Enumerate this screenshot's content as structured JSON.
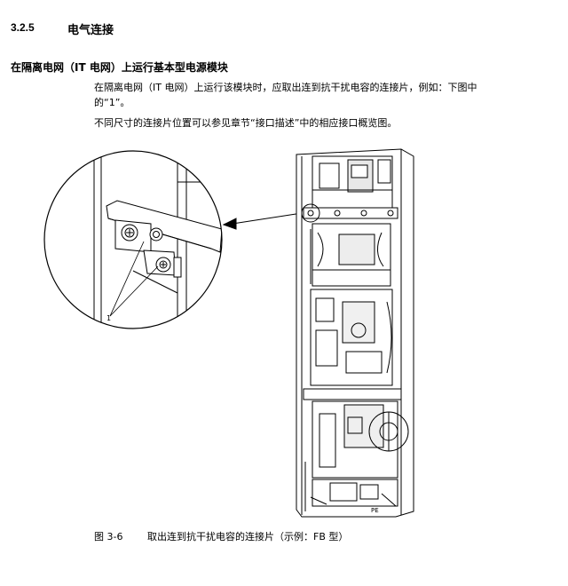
{
  "section": {
    "number": "3.2.5",
    "title": "电气连接"
  },
  "subsection": {
    "title": "在隔离电网（IT 电网）上运行基本型电源模块"
  },
  "paragraphs": [
    "在隔离电网（IT 电网）上运行该模块时，应取出连到抗干扰电容的连接片，例如：下图中的“1”。",
    "不同尺寸的连接片位置可以参见章节“接口描述”中的相应接口概览图。"
  ],
  "figure": {
    "callout_label": "1",
    "bottom_label": "PE",
    "caption_number": "图 3-6",
    "caption_text": "取出连到抗干扰电容的连接片（示例：FB 型）"
  }
}
